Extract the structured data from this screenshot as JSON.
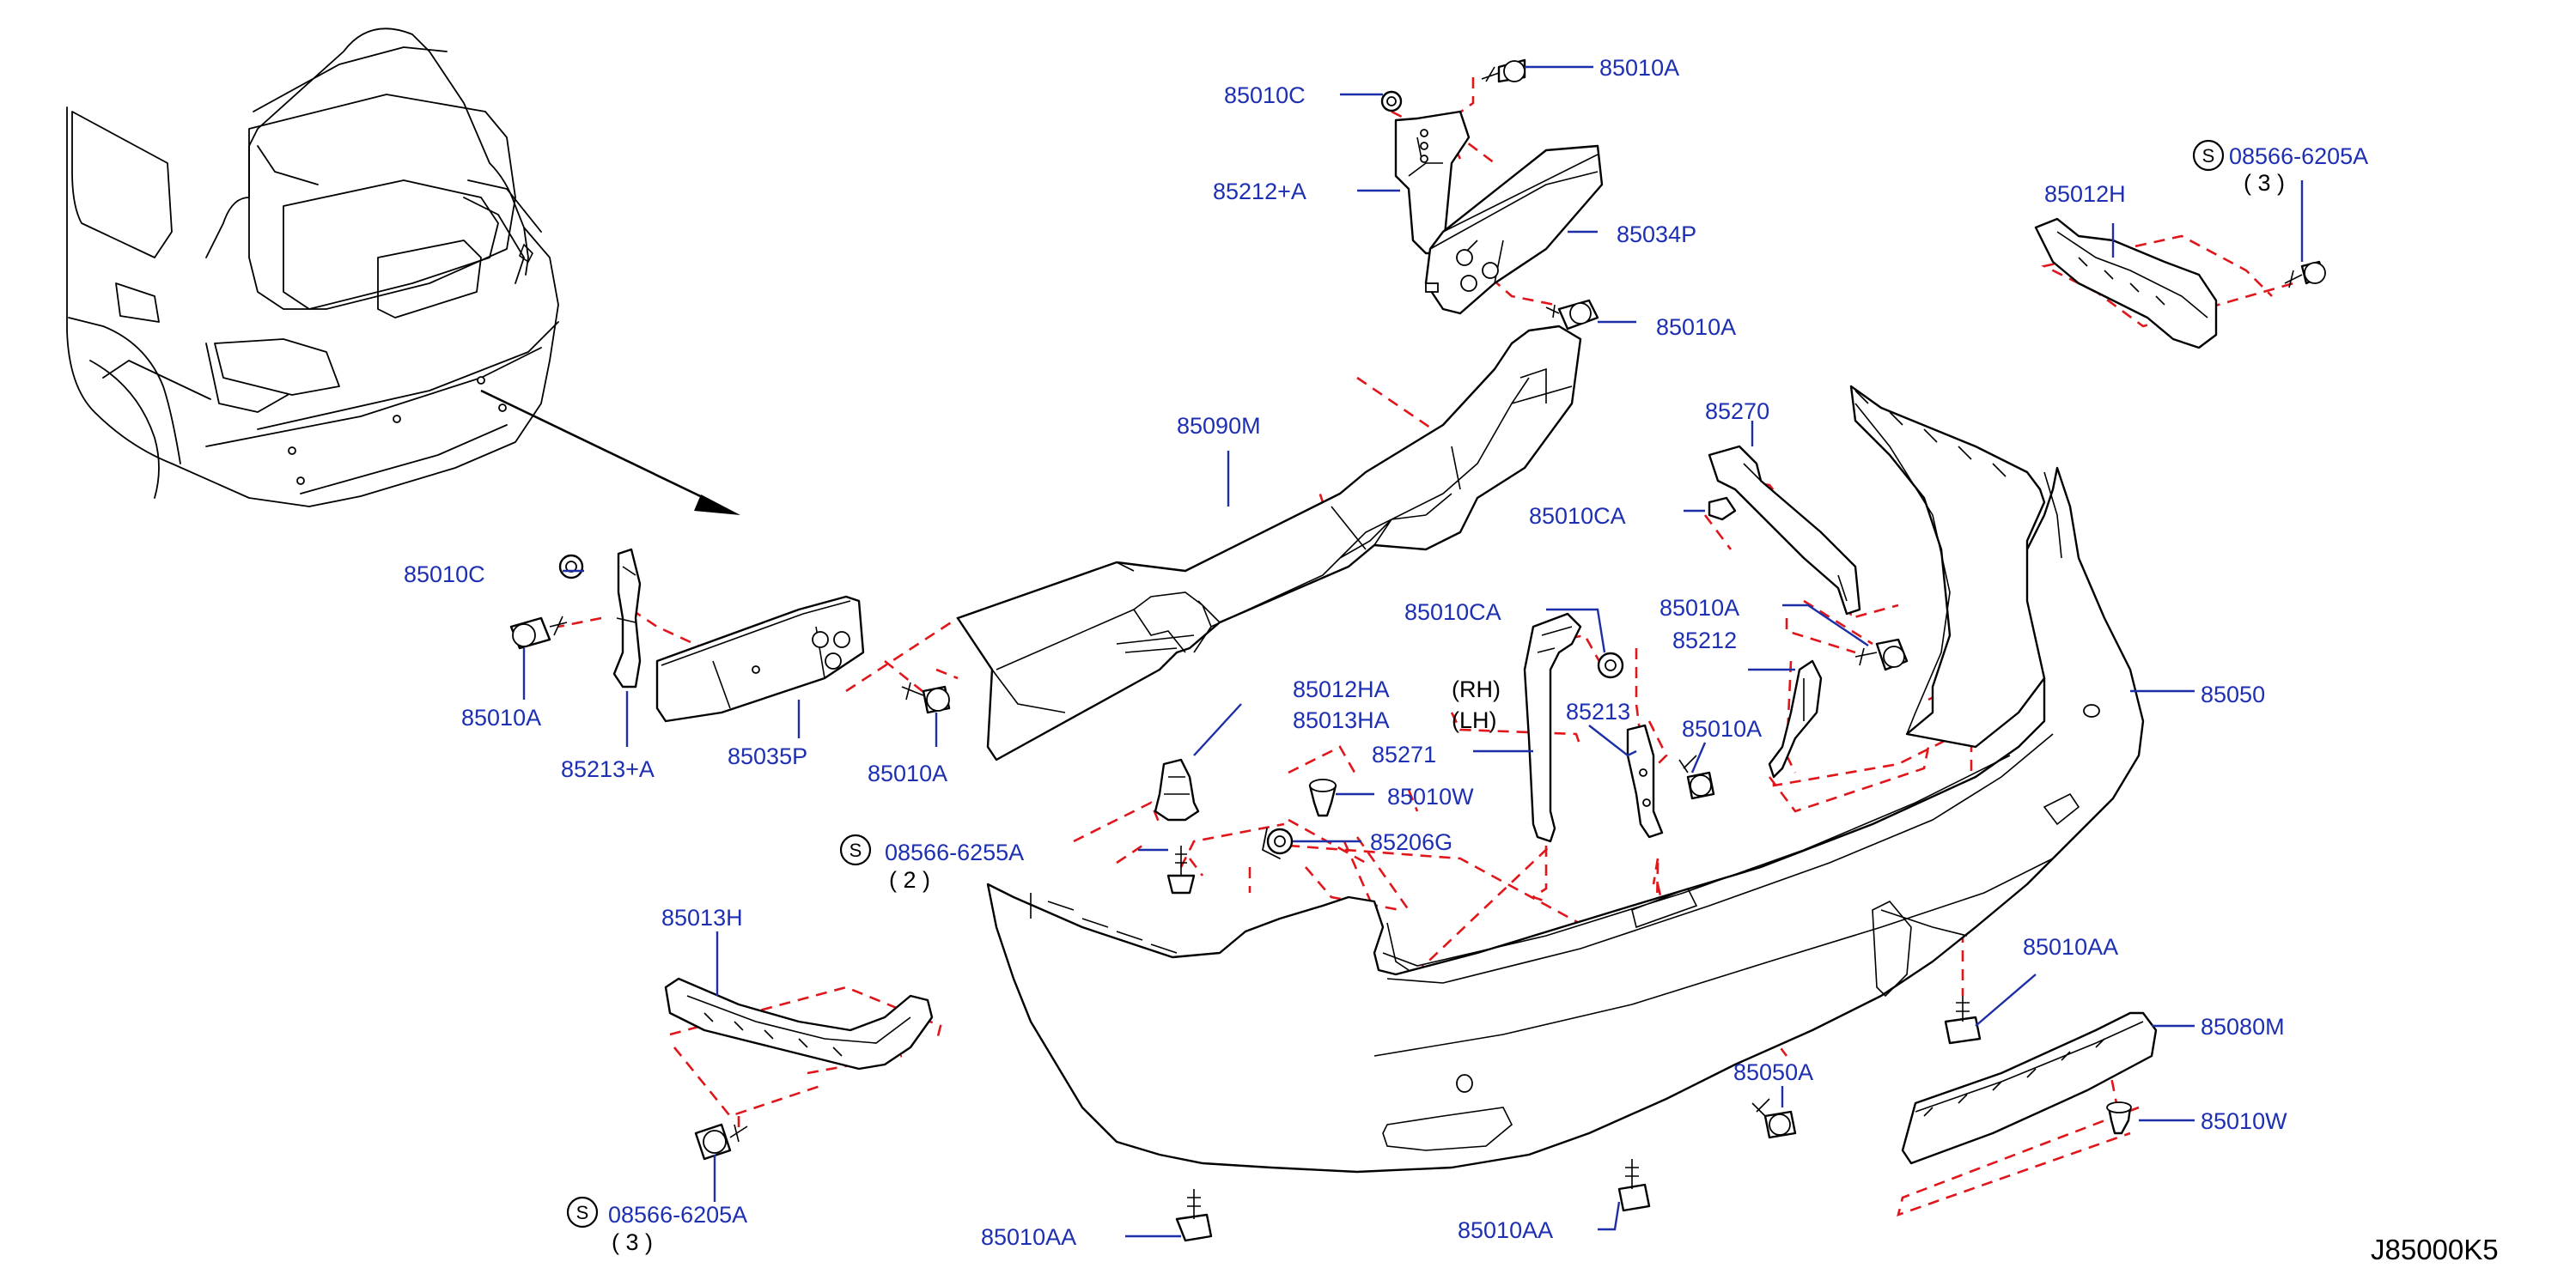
{
  "diagram_code": "J85000K5",
  "callouts": [
    {
      "id": "c1",
      "text": "85010A"
    },
    {
      "id": "c2",
      "text": "85010C"
    },
    {
      "id": "c3",
      "text": "85212+A"
    },
    {
      "id": "c4",
      "text": "85034P"
    },
    {
      "id": "c5",
      "text": "85010A"
    },
    {
      "id": "c6",
      "text": "85012H"
    },
    {
      "id": "c7",
      "text": "08566-6205A"
    },
    {
      "id": "c8",
      "text": "( 3 )"
    },
    {
      "id": "c9",
      "text": "85090M"
    },
    {
      "id": "c10",
      "text": "85270"
    },
    {
      "id": "c11",
      "text": "85010CA"
    },
    {
      "id": "c12",
      "text": "85010C"
    },
    {
      "id": "c13",
      "text": "85010CA"
    },
    {
      "id": "c14",
      "text": "85010A"
    },
    {
      "id": "c15",
      "text": "85212"
    },
    {
      "id": "c16",
      "text": "85050"
    },
    {
      "id": "c17",
      "text": "85012HA"
    },
    {
      "id": "c18",
      "text": "(RH)"
    },
    {
      "id": "c19",
      "text": "85013HA"
    },
    {
      "id": "c20",
      "text": "(LH)"
    },
    {
      "id": "c21",
      "text": "85213"
    },
    {
      "id": "c22",
      "text": "85010A"
    },
    {
      "id": "c23",
      "text": "85271"
    },
    {
      "id": "c24",
      "text": "85010W"
    },
    {
      "id": "c25",
      "text": "85206G"
    },
    {
      "id": "c26",
      "text": "85010A"
    },
    {
      "id": "c27",
      "text": "85213+A"
    },
    {
      "id": "c28",
      "text": "85035P"
    },
    {
      "id": "c29",
      "text": "85010A"
    },
    {
      "id": "c30",
      "text": "08566-6255A"
    },
    {
      "id": "c31",
      "text": "( 2 )"
    },
    {
      "id": "c32",
      "text": "85013H"
    },
    {
      "id": "c33",
      "text": "85010AA"
    },
    {
      "id": "c34",
      "text": "85080M"
    },
    {
      "id": "c35",
      "text": "85050A"
    },
    {
      "id": "c36",
      "text": "85010W"
    },
    {
      "id": "c37",
      "text": "08566-6205A"
    },
    {
      "id": "c38",
      "text": "( 3 )"
    },
    {
      "id": "c39",
      "text": "85010AA"
    },
    {
      "id": "c40",
      "text": "85010AA"
    }
  ],
  "standard_part_symbol": "S",
  "colors": {
    "part_number_text": "#1d2fb2",
    "leader_line": "#1c2fa6",
    "dashed_guide": "#e0161b",
    "outline": "#000000"
  }
}
